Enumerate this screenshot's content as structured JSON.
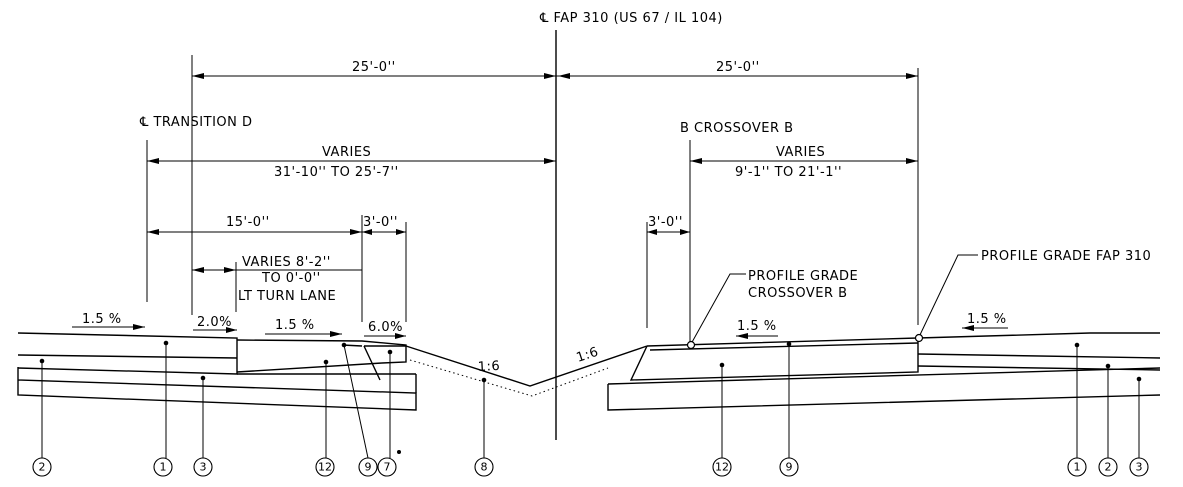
{
  "labels": {
    "centerline_main": "℄ FAP 310 (US 67 / IL 104)",
    "centerline_transition": "℄ TRANSITION D",
    "baseline_crossover": "B CROSSOVER B",
    "profile_grade_crossover_1": "PROFILE GRADE",
    "profile_grade_crossover_2": "CROSSOVER B",
    "profile_grade_fap": "PROFILE GRADE FAP 310"
  },
  "dimensions": {
    "left_25": "25'-0''",
    "right_25": "25'-0''",
    "varies_left_1": "VARIES",
    "varies_left_2": "31'-10'' TO 25'-7''",
    "varies_right_1": "VARIES",
    "varies_right_2": "9'-1'' TO 21'-1''",
    "fifteen": "15'-0''",
    "three_left": "3'-0''",
    "three_right": "3'-0''",
    "varies_turn_1": "VARIES 8'-2''",
    "varies_turn_2": "TO 0'-0''",
    "varies_turn_3": "LT TURN LANE"
  },
  "slopes": {
    "s1": "1.5 %",
    "s2": "2.0%",
    "s3": "1.5 %",
    "s4": "6.0%",
    "s5": "1:6",
    "s6": "1:6",
    "s7": "1.5 %",
    "s8": "1.5 %"
  },
  "callouts": [
    "2",
    "1",
    "3",
    "12",
    "9",
    "7",
    "8",
    "12",
    "9",
    "1",
    "2",
    "3"
  ]
}
